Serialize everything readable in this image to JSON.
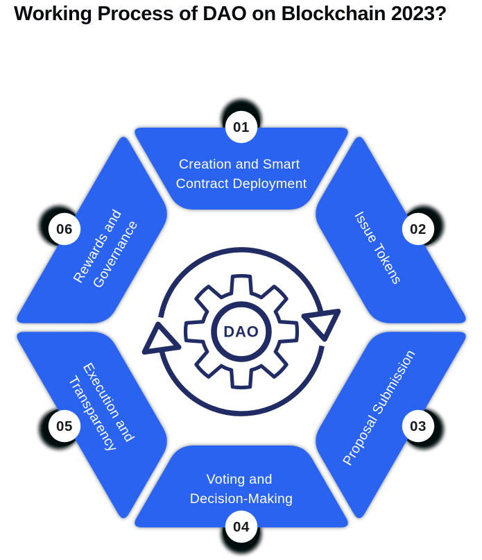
{
  "title": "Working Process of DAO on Blockchain 2023?",
  "center": {
    "label": "DAO",
    "icon": "gear-sync-icon"
  },
  "colors": {
    "segment_blue": "#2B64EF",
    "icon_navy": "#212C64",
    "halo_ring": "#111B33",
    "halo_outer": "#05080F",
    "badge_number": "#17191E",
    "label_white": "#FFFFFF"
  },
  "steps": [
    {
      "number": "01",
      "label": "Creation and Smart Contract Deployment",
      "lines": [
        "Creation and Smart",
        "Contract Deployment"
      ]
    },
    {
      "number": "02",
      "label": "Issue Tokens",
      "lines": [
        "Issue Tokens"
      ]
    },
    {
      "number": "03",
      "label": "Proposal Submission",
      "lines": [
        "Proposal Submission"
      ]
    },
    {
      "number": "04",
      "label": "Voting and Decision-Making",
      "lines": [
        "Voting and",
        "Decision-Making"
      ]
    },
    {
      "number": "05",
      "label": "Execution and Transparency",
      "lines": [
        "Execution and",
        "Transparency"
      ]
    },
    {
      "number": "06",
      "label": "Rewards and Governance",
      "lines": [
        "Rewards and",
        "Governance"
      ]
    }
  ]
}
